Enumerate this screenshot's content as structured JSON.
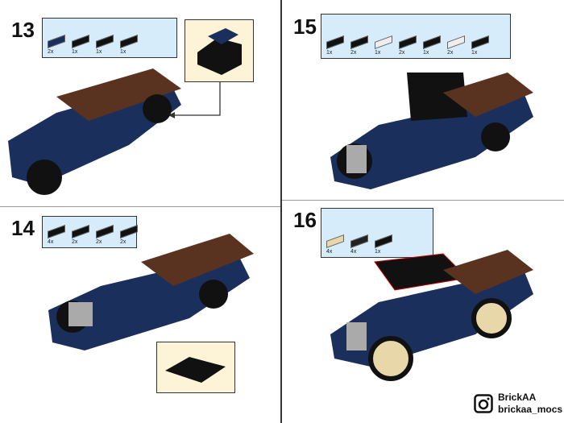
{
  "steps": [
    {
      "number": "13",
      "parts": [
        {
          "qty": "2x",
          "color": "#1b2f5c"
        },
        {
          "qty": "1x",
          "color": "#111"
        },
        {
          "qty": "1x",
          "color": "#111"
        },
        {
          "qty": "1x",
          "color": "#111"
        }
      ]
    },
    {
      "number": "14",
      "parts": [
        {
          "qty": "4x",
          "color": "#111"
        },
        {
          "qty": "2x",
          "color": "#111"
        },
        {
          "qty": "2x",
          "color": "#111"
        },
        {
          "qty": "2x",
          "color": "#111"
        }
      ]
    },
    {
      "number": "15",
      "parts": [
        {
          "qty": "1x",
          "color": "#111"
        },
        {
          "qty": "2x",
          "color": "#111"
        },
        {
          "qty": "1x",
          "color": "#eee"
        },
        {
          "qty": "2x",
          "color": "#111"
        },
        {
          "qty": "1x",
          "color": "#111"
        },
        {
          "qty": "2x",
          "color": "#eee"
        },
        {
          "qty": "1x",
          "color": "#111"
        }
      ]
    },
    {
      "number": "16",
      "parts": [
        {
          "qty": "4x",
          "color": "#e8d7a8"
        },
        {
          "qty": "4x",
          "color": "#222"
        },
        {
          "qty": "1x",
          "color": "#111"
        }
      ]
    }
  ],
  "brand": {
    "name": "BrickAA",
    "handle": "brickaa_mocs"
  }
}
